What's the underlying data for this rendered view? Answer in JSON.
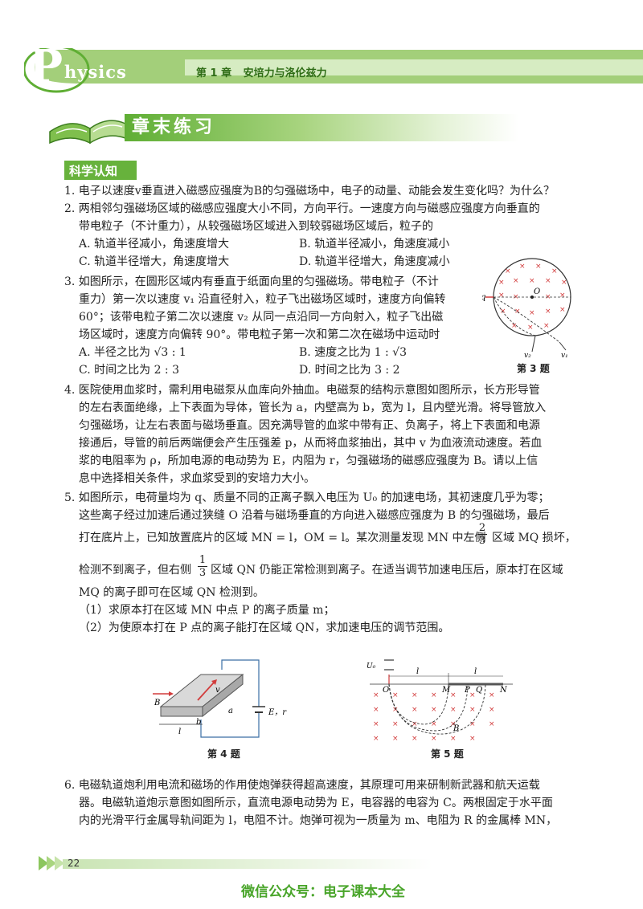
{
  "header": {
    "title_p": "P",
    "title_rest": "hysics",
    "chapter_label": "第 1 章",
    "chapter_title": "安培力与洛伦兹力"
  },
  "section": {
    "title": "章末练习",
    "subsection": "科学认知"
  },
  "q1": {
    "text": "1. 电子以速度v垂直进入磁感应强度为B的匀强磁场中，电子的动量、动能会发生变化吗？为什么？"
  },
  "q2": {
    "line1": "2. 两相邻匀强磁场区域的磁感应强度大小不同，方向平行。一速度方向与磁感应强度方向垂直的",
    "line2": "带电粒子（不计重力），从较强磁场区域进入到较弱磁场区域后，粒子的",
    "opt_a": "A. 轨道半径减小，角速度增大",
    "opt_b": "B. 轨道半径减小，角速度减小",
    "opt_c": "C. 轨道半径增大，角速度增大",
    "opt_d": "D. 轨道半径增大，角速度减小"
  },
  "q3": {
    "line1": "3. 如图所示，在圆形区域内有垂直于纸面向里的匀强磁场。带电粒子（不计",
    "line2": "重力）第一次以速度 v₁ 沿直径射入，粒子飞出磁场区域时，速度方向偏转",
    "line3": "60°；该带电粒子第二次以速度 v₂ 从同一点沿同一方向射入，粒子飞出磁",
    "line4": "场区域时，速度方向偏转 90°。带电粒子第一次和第二次在磁场中运动时",
    "opt_a": "A. 半径之比为 √3 : 1",
    "opt_b": "B. 速度之比为 1 : √3",
    "opt_c": "C. 时间之比为 2 : 3",
    "opt_d": "D. 时间之比为 3 : 2",
    "caption": "第 3 题",
    "label_q": "q",
    "label_o": "O",
    "label_v1": "v₁",
    "label_v2": "v₂"
  },
  "q4": {
    "line1": "4. 医院使用血浆时，需利用电磁泵从血库向外抽血。电磁泵的结构示意图如图所示，长方形导管",
    "line2": "的左右表面绝缘，上下表面为导体，管长为 a，内壁高为 b，宽为 l，且内壁光滑。将导管放入",
    "line3": "匀强磁场，让左右表面与磁场垂直。因充满导管的血浆中带有正、负离子，将上下表面和电源",
    "line4": "接通后，导管的前后两端便会产生压强差 p，从而将血浆抽出，其中 v 为血液流动速度。若血",
    "line5": "浆的电阻率为 ρ，所加电源的电动势为 E，内阻为 r，匀强磁场的磁感应强度为 B。请以上信",
    "line6": "息中选择相关条件，求血浆受到的安培力大小。",
    "caption": "第 4 题",
    "label_b_field": "B",
    "label_v": "v",
    "label_a": "a",
    "label_b": "b",
    "label_l": "l",
    "label_e": "E，r"
  },
  "q5": {
    "line1": "5. 如图所示，电荷量均为 q、质量不同的正离子飘入电压为 U₀ 的加速电场，其初速度几乎为零；",
    "line2": "这些离子经过加速后通过狭缝 O 沿着与磁场垂直的方向进入磁感应强度为 B 的匀强磁场，最后",
    "line3a": "打在底片上，已知放置底片的区域 MN = l，OM = l。某次测量发现 MN 中左侧",
    "line3b": "区域 MQ 损坏，",
    "frac_top": "2",
    "frac_bottom": "3",
    "line4a": "检测不到离子，但右侧",
    "line4b": "区域 QN 仍能正常检测到离子。在适当调节加速电压后，原本打在区域",
    "frac2_top": "1",
    "frac2_bottom": "3",
    "line5": "MQ 的离子即可在区域 QN 检测到。",
    "sub1": "（1）求原本打在区域 MN 中点 P 的离子质量 m；",
    "sub2": "（2）为使原本打在 P 点的离子能打在区域 QN，求加速电压的调节范围。",
    "caption": "第 5 题",
    "label_u0": "U₀",
    "label_o": "O",
    "label_m": "M",
    "label_p": "P",
    "label_q": "Q",
    "label_n": "N",
    "label_l1": "l",
    "label_l2": "l",
    "label_b": "B"
  },
  "q6": {
    "line1": "6. 电磁轨道炮利用电流和磁场的作用使炮弹获得超高速度，其原理可用来研制新武器和航天运载",
    "line2": "器。电磁轨道炮示意图如图所示，直流电源电动势为 E，电容器的电容为 C。两根固定于水平面",
    "line3": "内的光滑平行金属导轨间距为 l，电阻不计。炮弹可视为一质量为 m、电阻为 R 的金属棒 MN，"
  },
  "footer": {
    "page_number": "22",
    "wechat": "微信公众号：电子课本大全"
  },
  "colors": {
    "accent_green": "#67b23c",
    "dark_green": "#2f6d16",
    "wechat_green": "#49a52a",
    "diagram_red": "#d23c3c"
  }
}
